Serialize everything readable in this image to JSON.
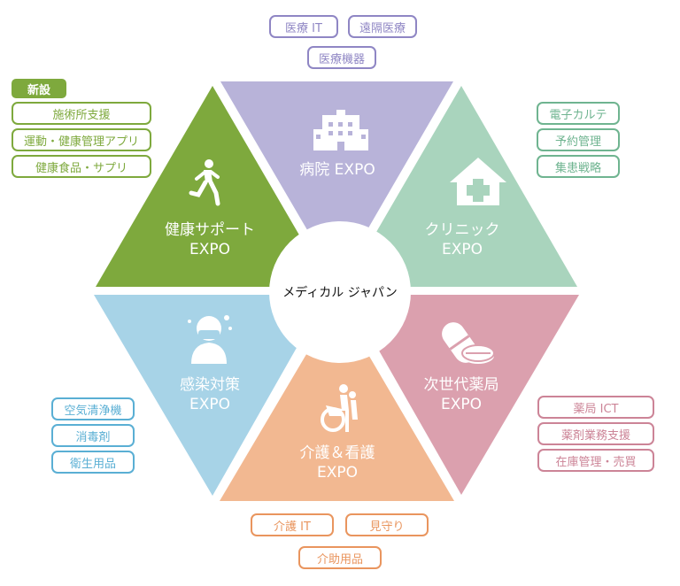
{
  "center": {
    "label": "メディカル ジャパン"
  },
  "segments": [
    {
      "id": "hospital",
      "line1": "病院 EXPO",
      "line2": "",
      "color": "#b8b3d9",
      "tag_color": "#8f86c4",
      "tags": [
        "医療 IT",
        "遠隔医療",
        "医療機器"
      ]
    },
    {
      "id": "clinic",
      "line1": "クリニック",
      "line2": "EXPO",
      "color": "#a9d4bd",
      "tag_color": "#6fb490",
      "tags": [
        "電子カルテ",
        "予約管理",
        "集患戦略"
      ]
    },
    {
      "id": "pharmacy",
      "line1": "次世代薬局",
      "line2": "EXPO",
      "color": "#dba0ae",
      "tag_color": "#cc8497",
      "tags": [
        "薬局 ICT",
        "薬剤業務支援",
        "在庫管理・売買"
      ]
    },
    {
      "id": "care",
      "line1": "介護＆看護",
      "line2": "EXPO",
      "color": "#f2b891",
      "tag_color": "#e9955e",
      "tags": [
        "介護 IT",
        "見守り",
        "介助用品"
      ]
    },
    {
      "id": "infection",
      "line1": "感染対策",
      "line2": "EXPO",
      "color": "#a7d3e7",
      "tag_color": "#5aafd4",
      "tags": [
        "空気清浄機",
        "消毒剤",
        "衛生用品"
      ]
    },
    {
      "id": "health",
      "line1": "健康サポート",
      "line2": "EXPO",
      "color": "#7ea93d",
      "tag_color": "#7ea93d",
      "new_label": "新設",
      "tags": [
        "施術所支援",
        "運動・健康管理アプリ",
        "健康食品・サプリ"
      ]
    }
  ],
  "icons": {
    "hospital": "hospital-building-icon",
    "clinic": "clinic-house-cross-icon",
    "pharmacy": "capsule-pills-icon",
    "care": "wheelchair-caregiver-icon",
    "infection": "masked-person-icon",
    "health": "running-person-icon"
  }
}
